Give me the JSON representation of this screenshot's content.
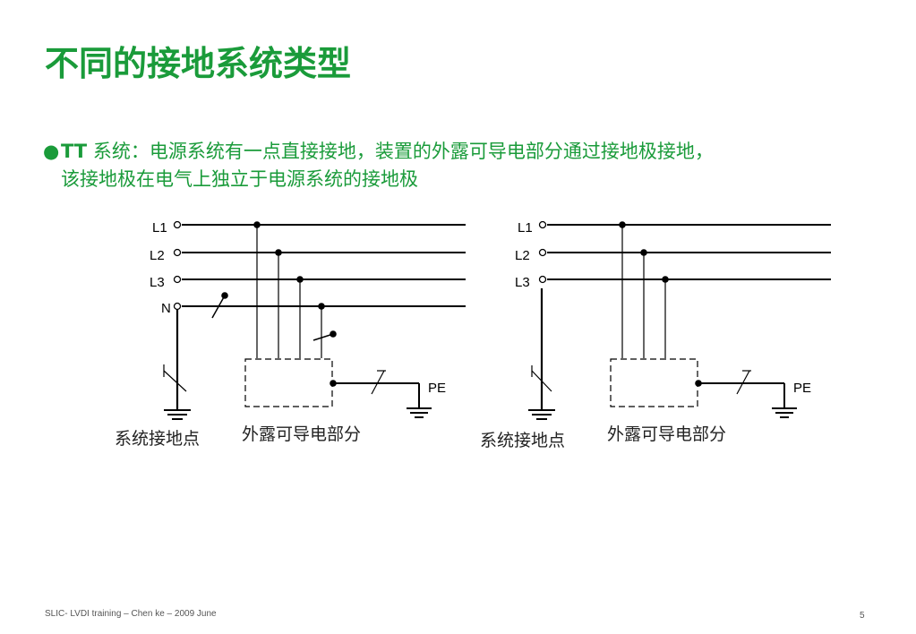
{
  "title": "不同的接地系统类型",
  "bullet": {
    "marker": "●",
    "keyword": "TT",
    "line1_rest": " 系统：电源系统有一点直接接地，装置的外露可导电部分通过接地极接地，",
    "line2": "该接地极在电气上独立于电源系统的接地极"
  },
  "diagrams": [
    {
      "phase_labels": [
        "L1",
        "L2",
        "L3",
        "N"
      ],
      "pe_label": "PE",
      "source_ground_caption": "系统接地点",
      "exposed_parts_caption": "外露可导电部分"
    },
    {
      "phase_labels": [
        "L1",
        "L2",
        "L3"
      ],
      "pe_label": "PE",
      "source_ground_caption": "系统接地点",
      "exposed_parts_caption": "外露可导电部分"
    }
  ],
  "footer": "SLIC- LVDI training – Chen ke – 2009 June",
  "page_number": "5",
  "colors": {
    "title": "#1a9b3a",
    "line": "#000000"
  }
}
